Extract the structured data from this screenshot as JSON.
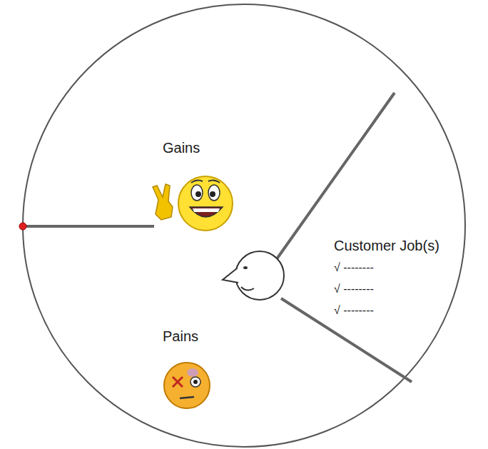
{
  "diagram": {
    "labels": [
      "Gains",
      "Customer Job(s)",
      "√ --------",
      "√ --------",
      "√ --------",
      "Pains"
    ]
  }
}
